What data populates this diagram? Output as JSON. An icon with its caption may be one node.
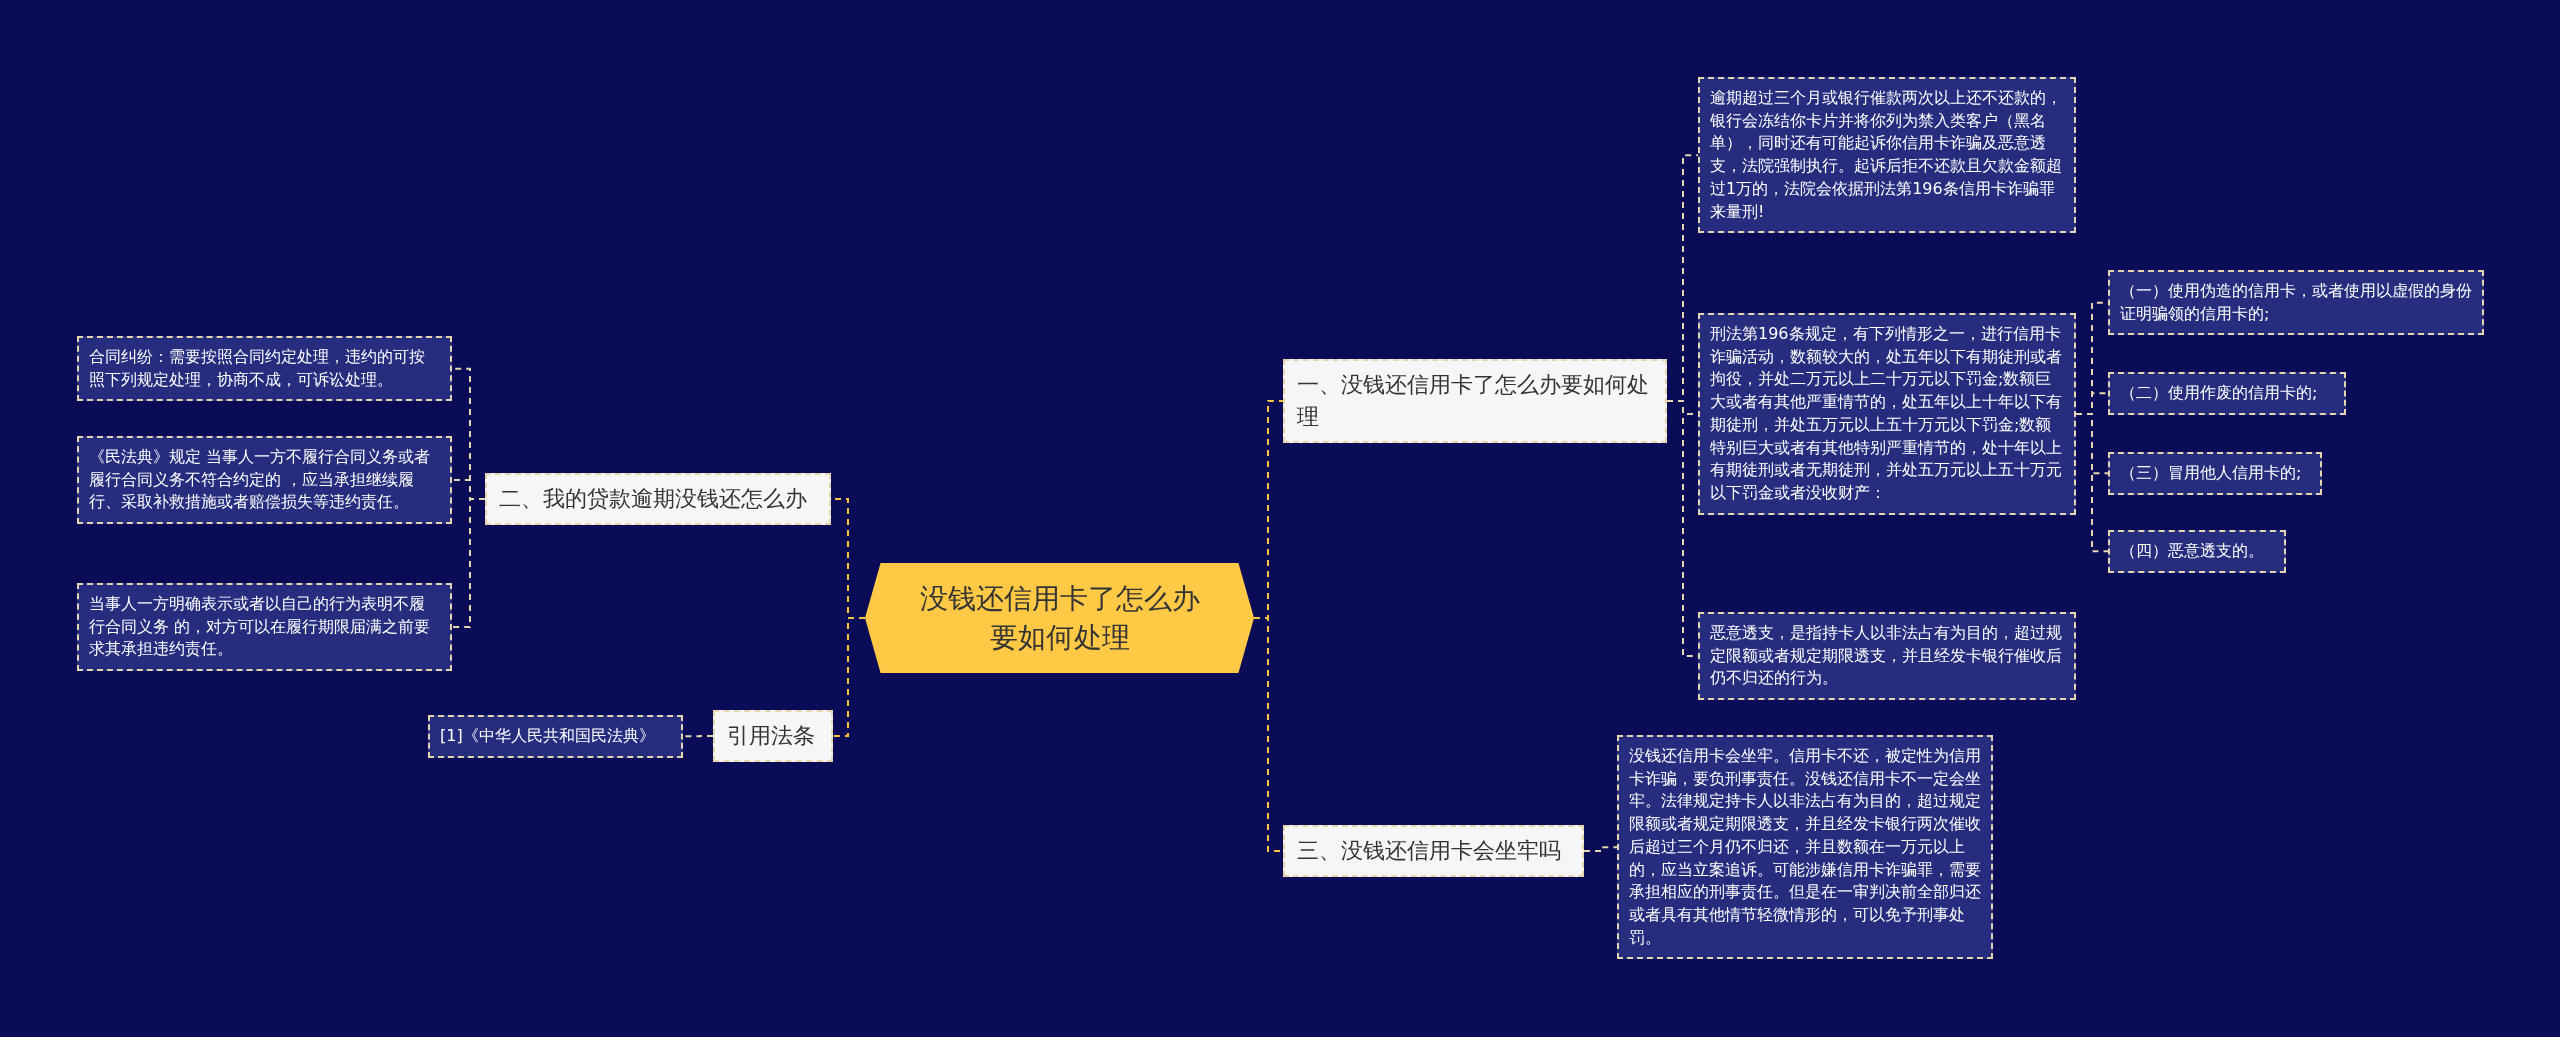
{
  "diagram": {
    "nodes": [
      {
        "text": [
          "没钱还信用卡了怎么办要如何处理"
        ]
      },
      {
        "text": [
          "一、没钱还信用卡了怎么办要如何处理"
        ]
      },
      {
        "text": [
          "逾期超过三个月或银行催款两次以上还不还款的，银行会冻结你卡片并将你列为禁入类客户（黑名单），同时还有可能起诉你信用卡诈骗及恶意透支，法院强制执行。起诉后拒不还款且欠款金额超过1万的，法院会依据刑法第196条信用卡诈骗罪来量刑!"
        ]
      },
      {
        "text": [
          "刑法第196条规定，有下列情形之一，进行信用卡诈骗活动，数额较大的，处五年以下有期徒刑或者拘役，并处二万元以上二十万元以下罚金;数额巨大或者有其他严重情节的，处五年以上十年以下有期徒刑，并处五万元以上五十万元以下罚金;数额特别巨大或者有其他特别严重情节的，处十年以上有期徒刑或者无期徒刑，并处五万元以上五十万元以下罚金或者没收财产："
        ]
      },
      {
        "text": [
          "（一）使用伪造的信用卡，或者使用以虚假的身份证明骗领的信用卡的;"
        ]
      },
      {
        "text": [
          "（二）使用作废的信用卡的;"
        ]
      },
      {
        "text": [
          "（三）冒用他人信用卡的;"
        ]
      },
      {
        "text": [
          "（四）恶意透支的。"
        ]
      },
      {
        "text": [
          "恶意透支，是指持卡人以非法占有为目的，超过规定限额或者规定期限透支，并且经发卡银行催收后仍不归还的行为。"
        ]
      },
      {
        "text": [
          "三、没钱还信用卡会坐牢吗"
        ]
      },
      {
        "text": [
          "没钱还信用卡会坐牢。信用卡不还，被定性为信用卡诈骗，要负刑事责任。没钱还信用卡不一定会坐牢。法律规定持卡人以非法占有为目的，超过规定限额或者规定期限透支，并且经发卡银行两次催收后超过三个月仍不归还，并且数额在一万元以上的，应当立案追诉。可能涉嫌信用卡诈骗罪，需要承担相应的刑事责任。但是在一审判决前全部归还或者具有其他情节轻微情形的，可以免予刑事处罚。"
        ]
      },
      {
        "text": [
          "二、我的贷款逾期没钱还怎么办"
        ]
      },
      {
        "text": [
          "合同纠纷：需要按照合同约定处理，违约的可按照下列规定处理，协商不成，可诉讼处理。"
        ]
      },
      {
        "text": [
          "《民法典》规定 当事人一方不履行合同义务或者履行合同义务不符合约定的 ，应当承担继续履行、采取补救措施或者赔偿损失等违约责任。"
        ]
      },
      {
        "text": [
          "当事人一方明确表示或者以自己的行为表明不履行合同义务 的，对方可以在履行期限届满之前要求其承担违约责任。"
        ]
      },
      {
        "text": [
          "引用法条"
        ]
      },
      {
        "text": [
          "[1]《中华人民共和国民法典》"
        ]
      }
    ],
    "edges": [
      {
        "from": 0,
        "to": 1,
        "arrow": "none",
        "style": "dashed",
        "color": "#f5c542"
      },
      {
        "from": 1,
        "to": 2,
        "arrow": "none",
        "style": "dashed"
      },
      {
        "from": 1,
        "to": 3,
        "arrow": "none",
        "style": "dashed"
      },
      {
        "from": 3,
        "to": 4,
        "arrow": "none",
        "style": "dashed"
      },
      {
        "from": 3,
        "to": 5,
        "arrow": "none",
        "style": "dashed"
      },
      {
        "from": 3,
        "to": 6,
        "arrow": "none",
        "style": "dashed"
      },
      {
        "from": 3,
        "to": 7,
        "arrow": "none",
        "style": "dashed"
      },
      {
        "from": 1,
        "to": 8,
        "arrow": "none",
        "style": "dashed"
      },
      {
        "from": 0,
        "to": 9,
        "arrow": "none",
        "style": "dashed",
        "color": "#f5c542"
      },
      {
        "from": 9,
        "to": 10,
        "arrow": "none",
        "style": "dashed"
      },
      {
        "from": 0,
        "to": 11,
        "arrow": "none",
        "style": "dashed",
        "color": "#f5c542"
      },
      {
        "from": 11,
        "to": 12,
        "arrow": "none",
        "style": "dashed"
      },
      {
        "from": 11,
        "to": 13,
        "arrow": "none",
        "style": "dashed"
      },
      {
        "from": 11,
        "to": 14,
        "arrow": "none",
        "style": "dashed"
      },
      {
        "from": 0,
        "to": 15,
        "arrow": "none",
        "style": "dashed",
        "color": "#f5c542"
      },
      {
        "from": 15,
        "to": 16,
        "arrow": "none",
        "style": "dashed"
      }
    ]
  }
}
